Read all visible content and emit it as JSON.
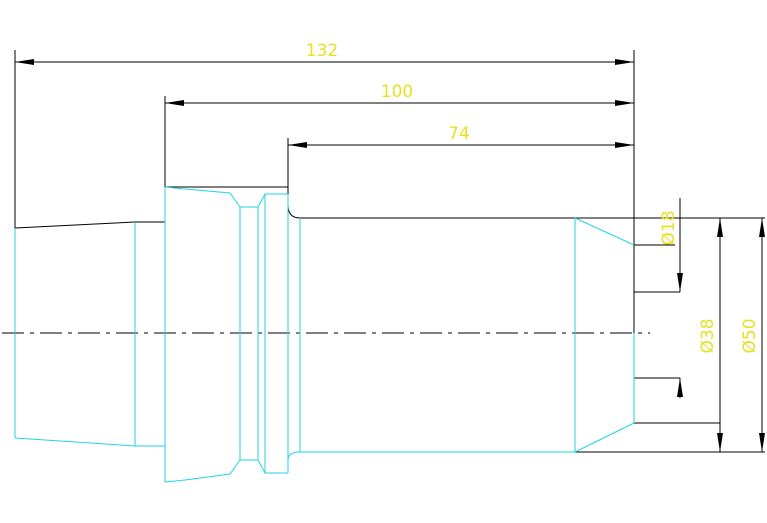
{
  "drawing": {
    "horizontal_dims": [
      {
        "label": "132"
      },
      {
        "label": "100"
      },
      {
        "label": "74"
      }
    ],
    "vertical_dims": [
      {
        "label": "Ø18"
      },
      {
        "label": "Ø38"
      },
      {
        "label": "Ø50"
      }
    ],
    "colors": {
      "dimension_text": "#e8e020",
      "dimension_lines": "#000000",
      "part_outline": "#22d3e6",
      "background": "#ffffff"
    }
  }
}
